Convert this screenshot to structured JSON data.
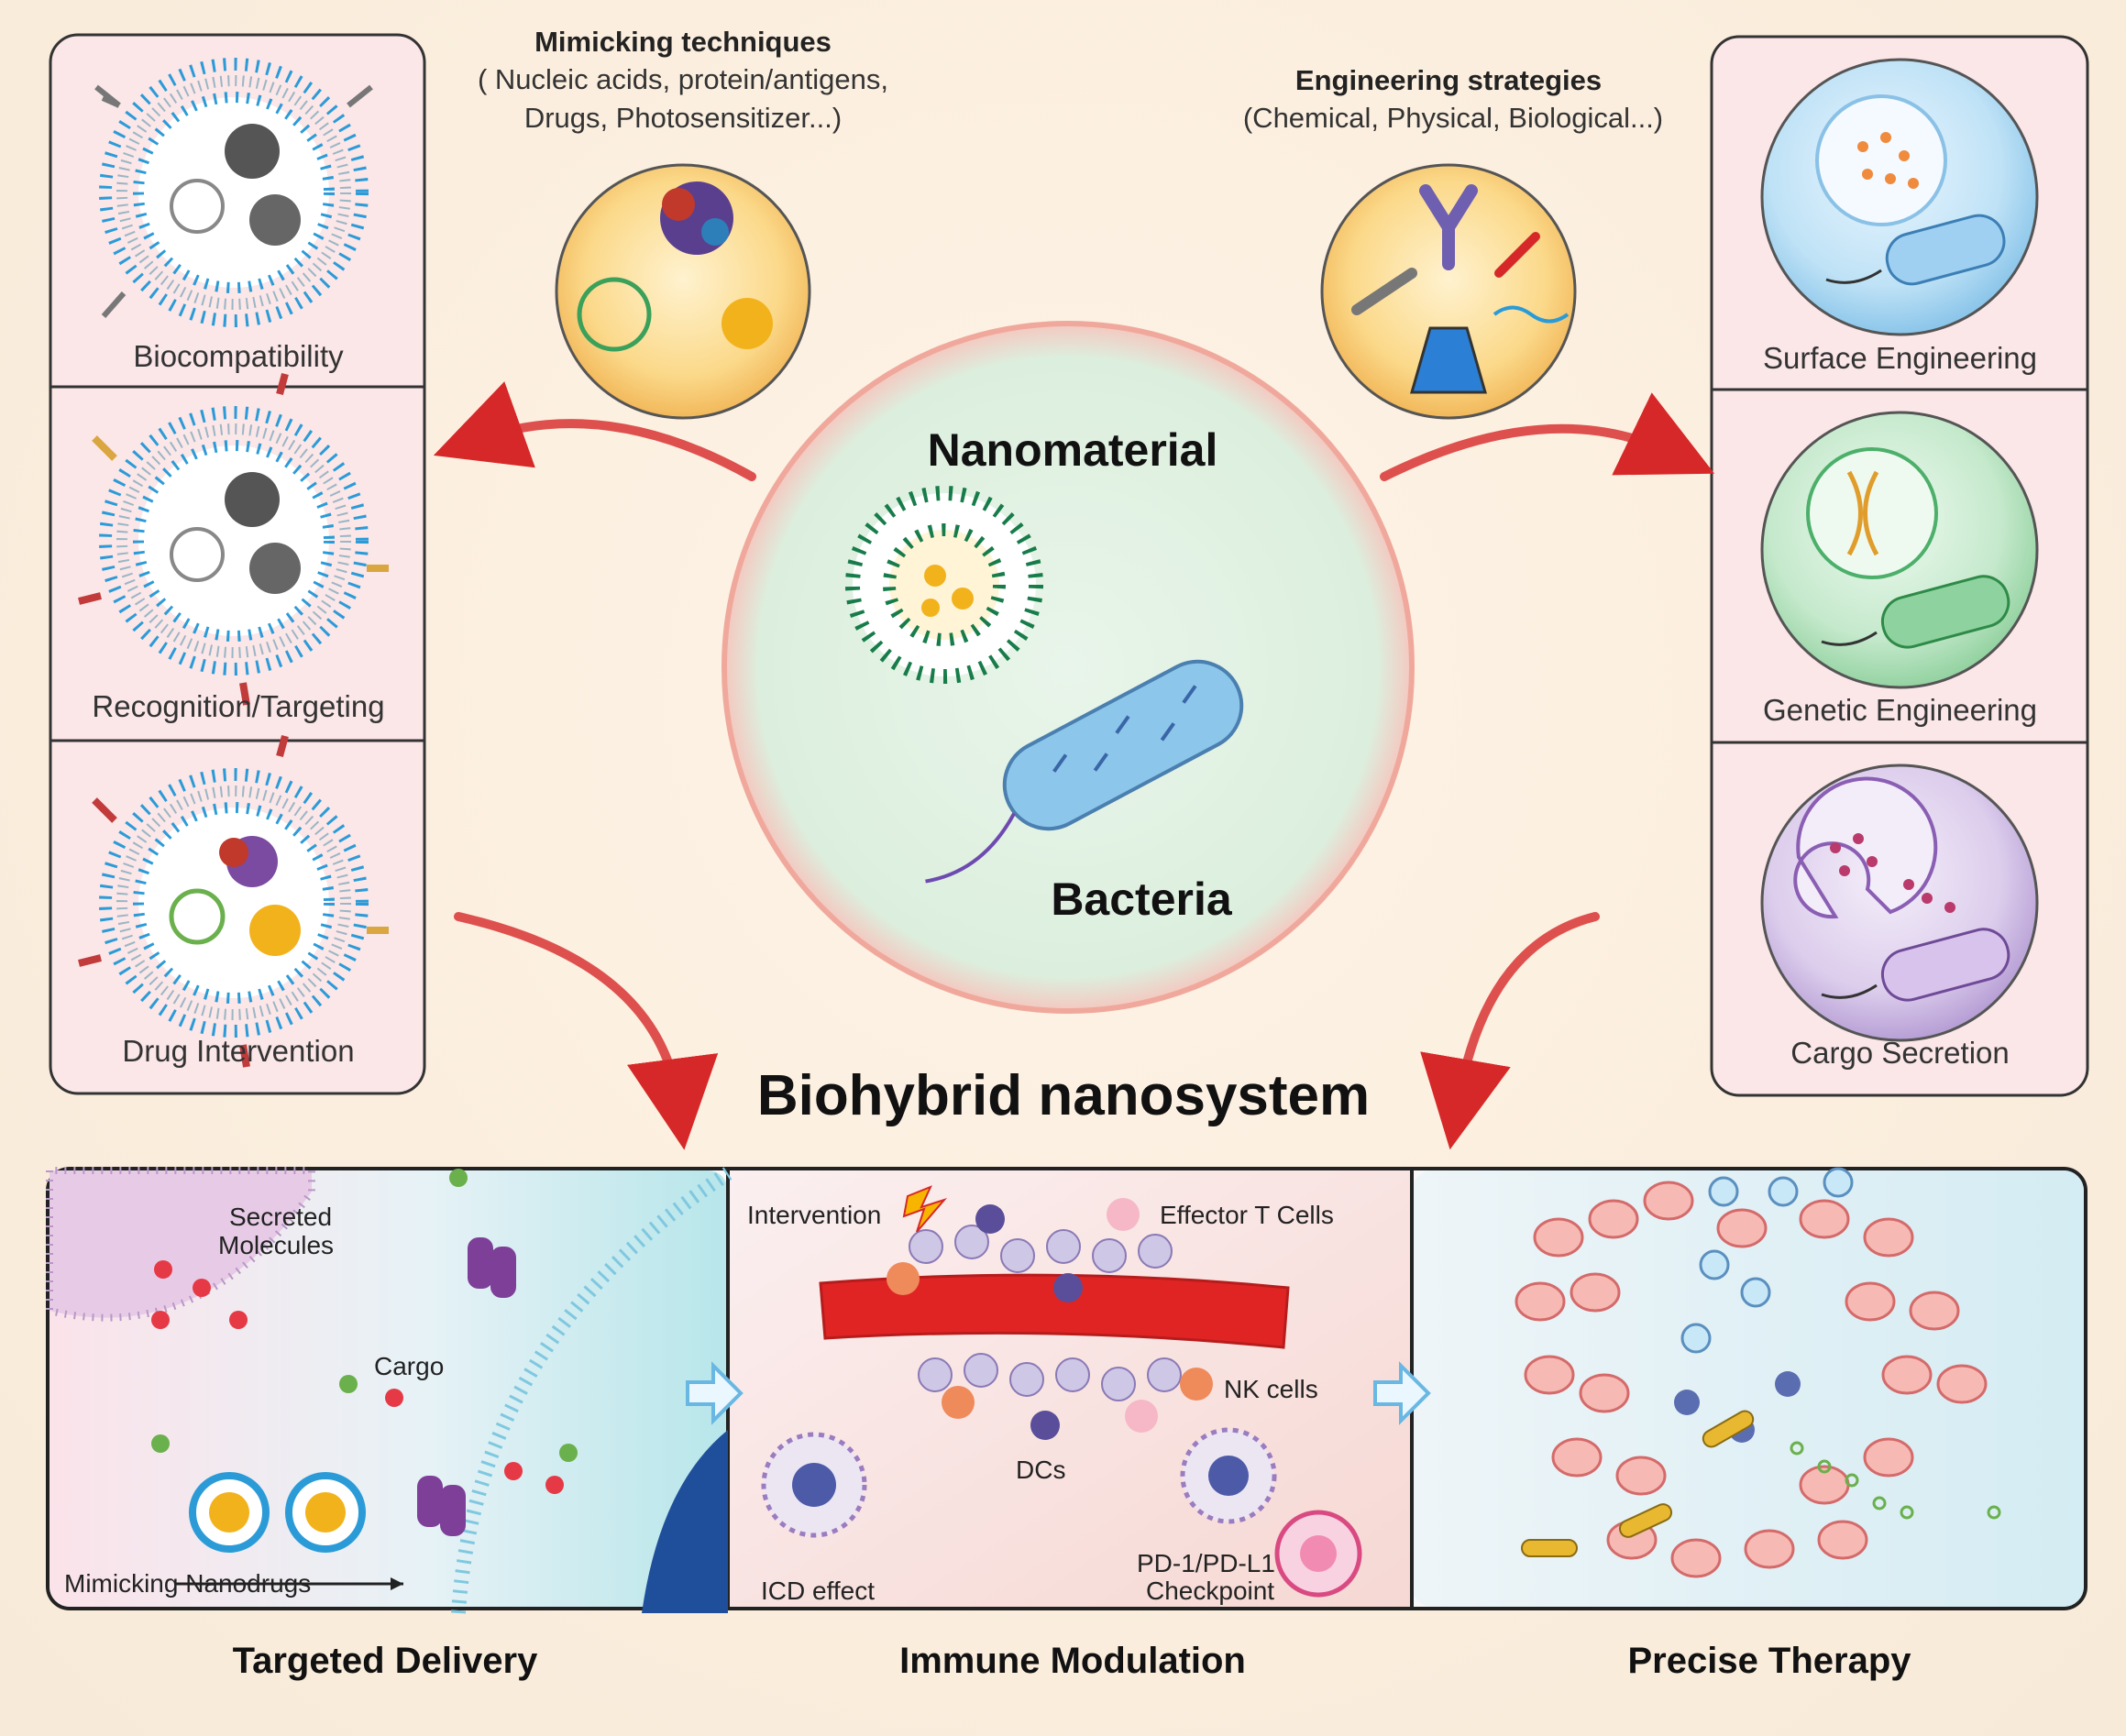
{
  "mimicking": {
    "title": "Mimicking techniques",
    "line1": "( Nucleic acids, protein/antigens,",
    "line2": "Drugs, Photosensitizer...)"
  },
  "engineering": {
    "title": "Engineering strategies",
    "line1": "(Chemical, Physical, Biological...)"
  },
  "center": {
    "nanomaterial": "Nanomaterial",
    "bacteria": "Bacteria"
  },
  "left_cards": [
    {
      "label": "Biocompatibility"
    },
    {
      "label": "Recognition/Targeting"
    },
    {
      "label": "Drug Intervention"
    }
  ],
  "right_cards": [
    {
      "label": "Surface Engineering"
    },
    {
      "label": "Genetic Engineering"
    },
    {
      "label": "Cargo Secretion"
    }
  ],
  "main_title": "Biohybrid nanosystem",
  "panels": {
    "delivery": {
      "secreted": "Secreted",
      "molecules": "Molecules",
      "cargo": "Cargo",
      "mimicking": "Mimicking Nanodrugs"
    },
    "immune": {
      "intervention": "Intervention",
      "effector": "Effector T Cells",
      "nk": "NK cells",
      "dcs": "DCs",
      "icd": "ICD effect",
      "pd1": "PD-1/PD-L1",
      "checkpoint": "Checkpoint"
    }
  },
  "bottom_labels": {
    "delivery": "Targeted Delivery",
    "immune": "Immune Modulation",
    "therapy": "Precise Therapy"
  },
  "colors": {
    "card_border": "#333333",
    "card_fill": "#fde7ea",
    "arrow_red": "#d62828",
    "liposome_blue": "#2b9bd8",
    "center_fill": "#e3f1e4",
    "center_ring": "#f4b8b0"
  }
}
